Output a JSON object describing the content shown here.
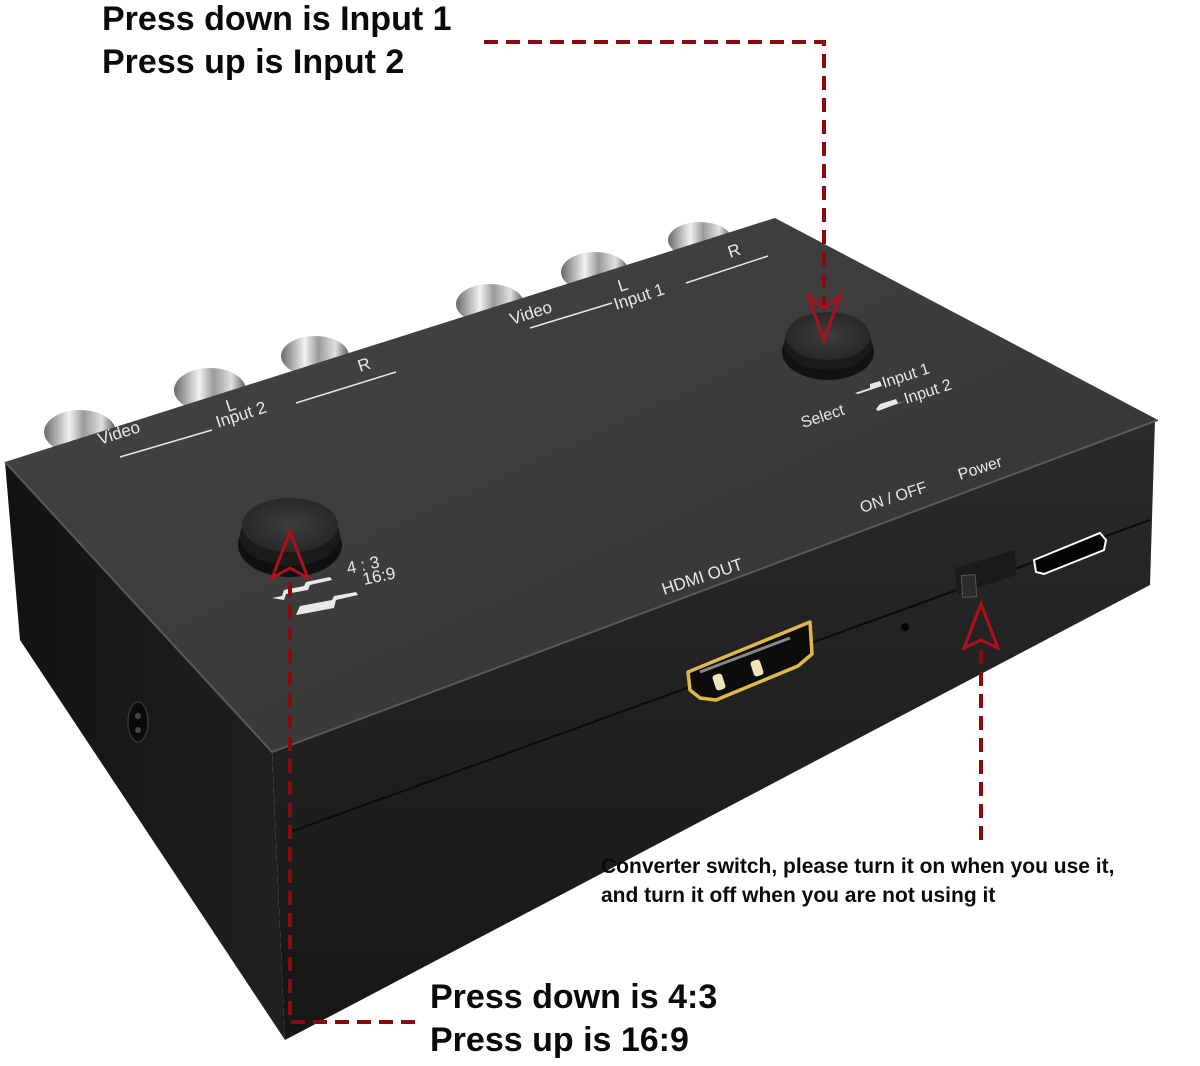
{
  "callouts": {
    "input_select": {
      "lines": [
        "Press down is Input 1",
        "Press up is Input 2"
      ]
    },
    "aspect_ratio": {
      "lines": [
        "Press down is 4:3",
        "Press up is 16:9"
      ]
    },
    "power_switch": {
      "lines": [
        "Converter switch, please turn it on when you use it,",
        "and turn it off when you are not using it"
      ]
    }
  },
  "device": {
    "input1_group": {
      "title": "Input 1",
      "ports": [
        "Video",
        "L",
        "R"
      ]
    },
    "input2_group": {
      "title": "Input 2",
      "ports": [
        "Video",
        "L",
        "R"
      ]
    },
    "select_button": {
      "label": "Select",
      "options": [
        "Input 1",
        "Input 2"
      ]
    },
    "aspect_button": {
      "options": [
        "4 : 3",
        "16:9"
      ]
    },
    "hdmi_out_label": "HDMI OUT",
    "power_switch_label": "ON / OFF",
    "power_port_label": "Power"
  },
  "colors": {
    "callout_line": "#8b0a12",
    "device_top": "#3c3c3c",
    "device_side": "#1c1c1c",
    "hdmi_gold": "#e0b84a",
    "label_text": "#e8e8e8"
  }
}
